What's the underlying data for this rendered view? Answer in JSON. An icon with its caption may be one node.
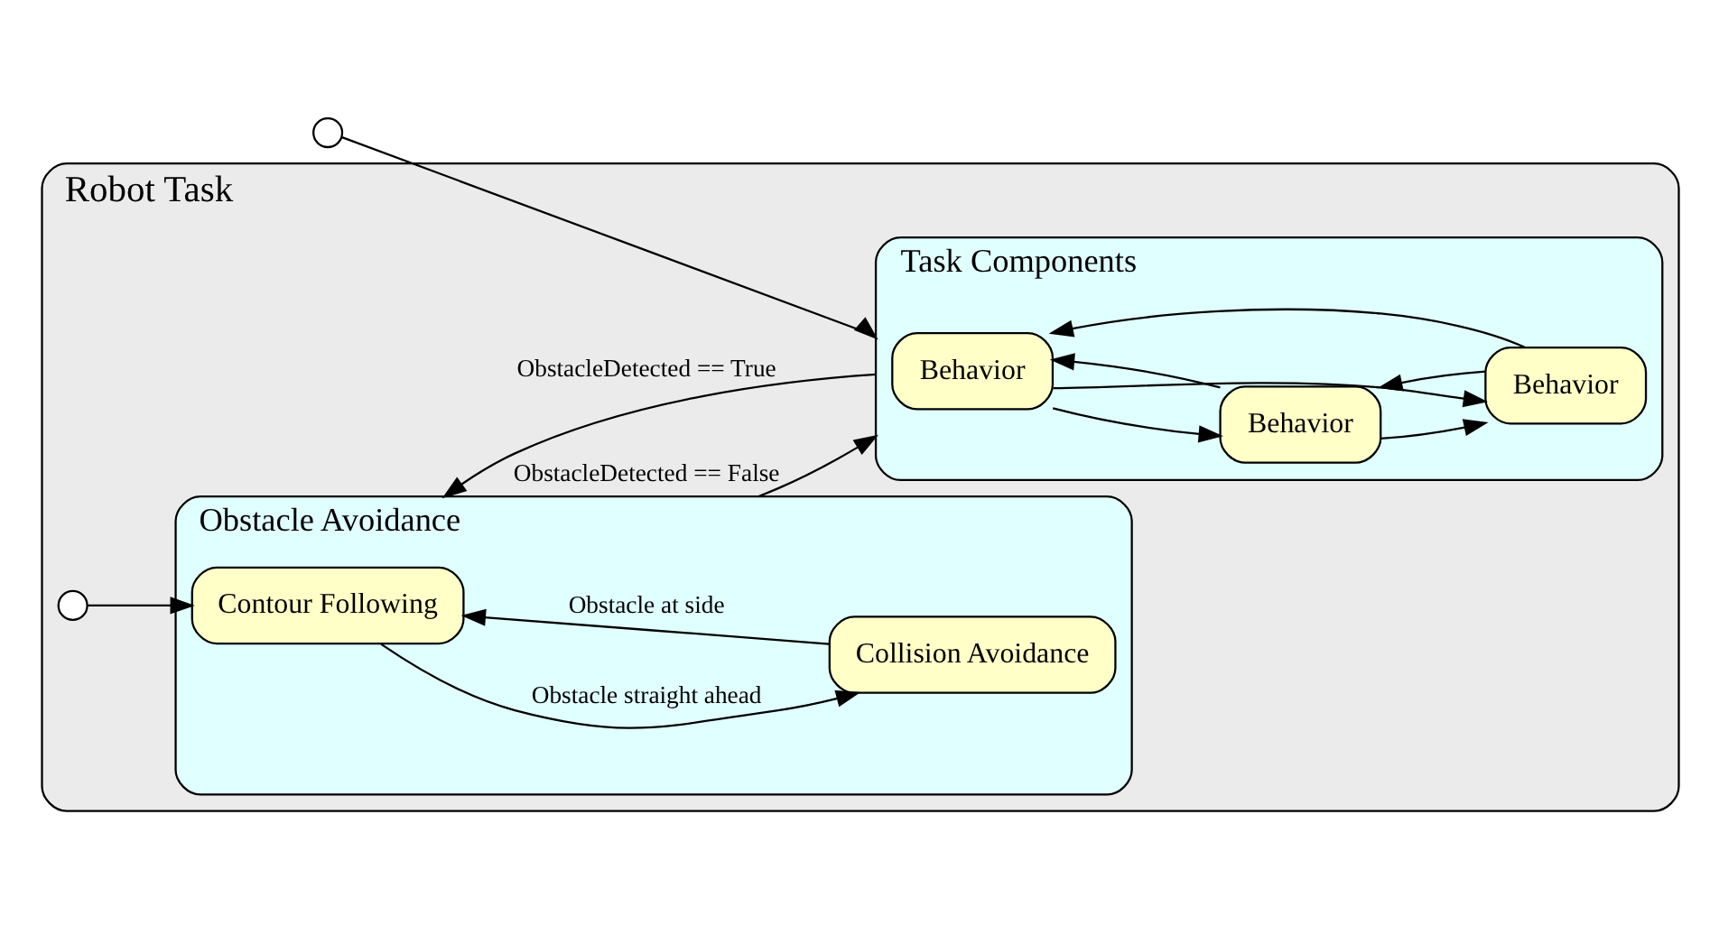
{
  "diagram": {
    "nodes": [
      {
        "text": [
          "Robot Task"
        ]
      },
      {
        "text": [
          "Obstacle Avoidance"
        ],
        "in": 0
      },
      {
        "text": [
          "Contour Following"
        ],
        "in": 1
      },
      {
        "text": [
          "Collision Avoidance"
        ],
        "in": 1
      },
      {
        "text": [
          "Task Components"
        ],
        "in": 0
      },
      {
        "text": [
          "Behavior"
        ],
        "in": 4
      },
      {
        "text": [
          "Behavior"
        ],
        "in": 4
      },
      {
        "text": [
          "Behavior"
        ],
        "in": 4
      },
      {
        "text": [],
        "shape": "circle"
      },
      {
        "text": [],
        "shape": "circle",
        "in": 0
      }
    ],
    "edges": [
      {
        "from": 8,
        "to": 4,
        "arrow": "to"
      },
      {
        "from": 9,
        "to": 2,
        "arrow": "to"
      },
      {
        "from": 2,
        "to": 3,
        "arrow": "to",
        "label": "Obstacle straight ahead"
      },
      {
        "from": 3,
        "to": 2,
        "arrow": "to",
        "label": "Obstacle at side"
      },
      {
        "from": 1,
        "to": 4,
        "arrow": "to",
        "label": "ObstacleDetected == False"
      },
      {
        "from": 4,
        "to": 1,
        "arrow": "to",
        "label": "ObstacleDetected == True"
      },
      {
        "from": 5,
        "to": 6,
        "arrow": "to"
      },
      {
        "from": 6,
        "to": 5,
        "arrow": "to"
      },
      {
        "from": 5,
        "to": 7,
        "arrow": "to"
      },
      {
        "from": 7,
        "to": 5,
        "arrow": "to"
      },
      {
        "from": 7,
        "to": 6,
        "arrow": "to"
      },
      {
        "from": 6,
        "to": 7,
        "arrow": "to"
      }
    ]
  }
}
